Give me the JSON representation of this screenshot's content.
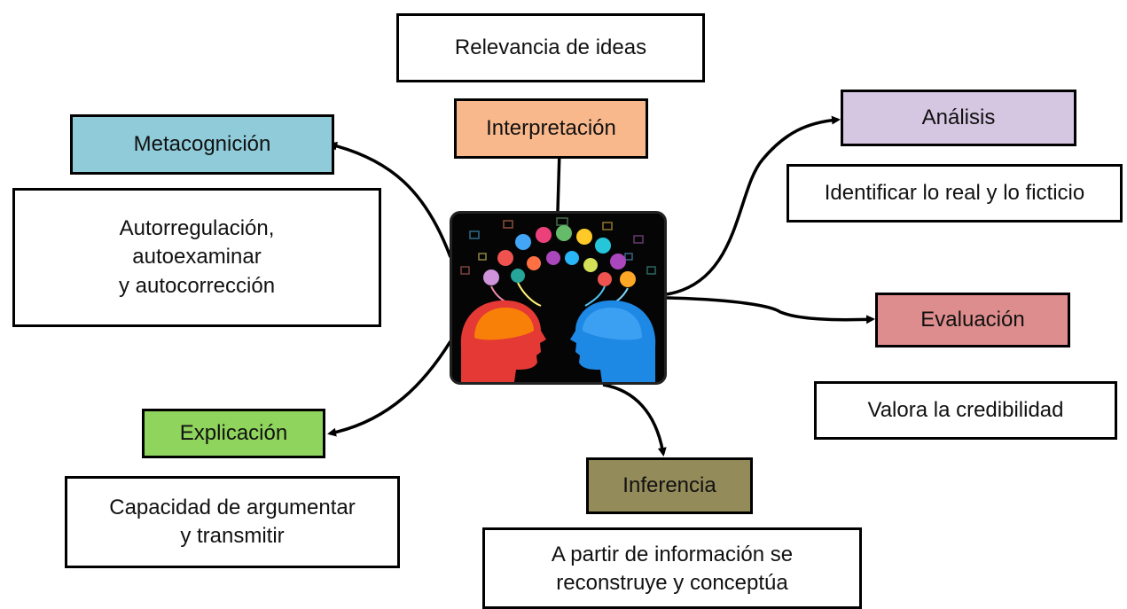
{
  "nodes": {
    "interpretacion": {
      "label": "Interpretación",
      "detail": "Relevancia de ideas",
      "color": "#f9b88c"
    },
    "analisis": {
      "label": "Análisis",
      "detail": "Identificar lo real y lo ficticio",
      "color": "#d5c6e1"
    },
    "evaluacion": {
      "label": "Evaluación",
      "detail": "Valora la credibilidad",
      "color": "#dd8d8d"
    },
    "inferencia": {
      "label": "Inferencia",
      "detail": "A partir de información se\nreconstruye y conceptúa",
      "color": "#948b5a"
    },
    "explicacion": {
      "label": "Explicación",
      "detail": "Capacidad de argumentar\ny transmitir",
      "color": "#8fd45c"
    },
    "metacognicion": {
      "label": "Metacognición",
      "detail": "Autorregulación,\nautoexaminar\ny autocorrección",
      "color": "#8fcbd9"
    }
  },
  "center_image": {
    "description": "two-heads-icon"
  }
}
